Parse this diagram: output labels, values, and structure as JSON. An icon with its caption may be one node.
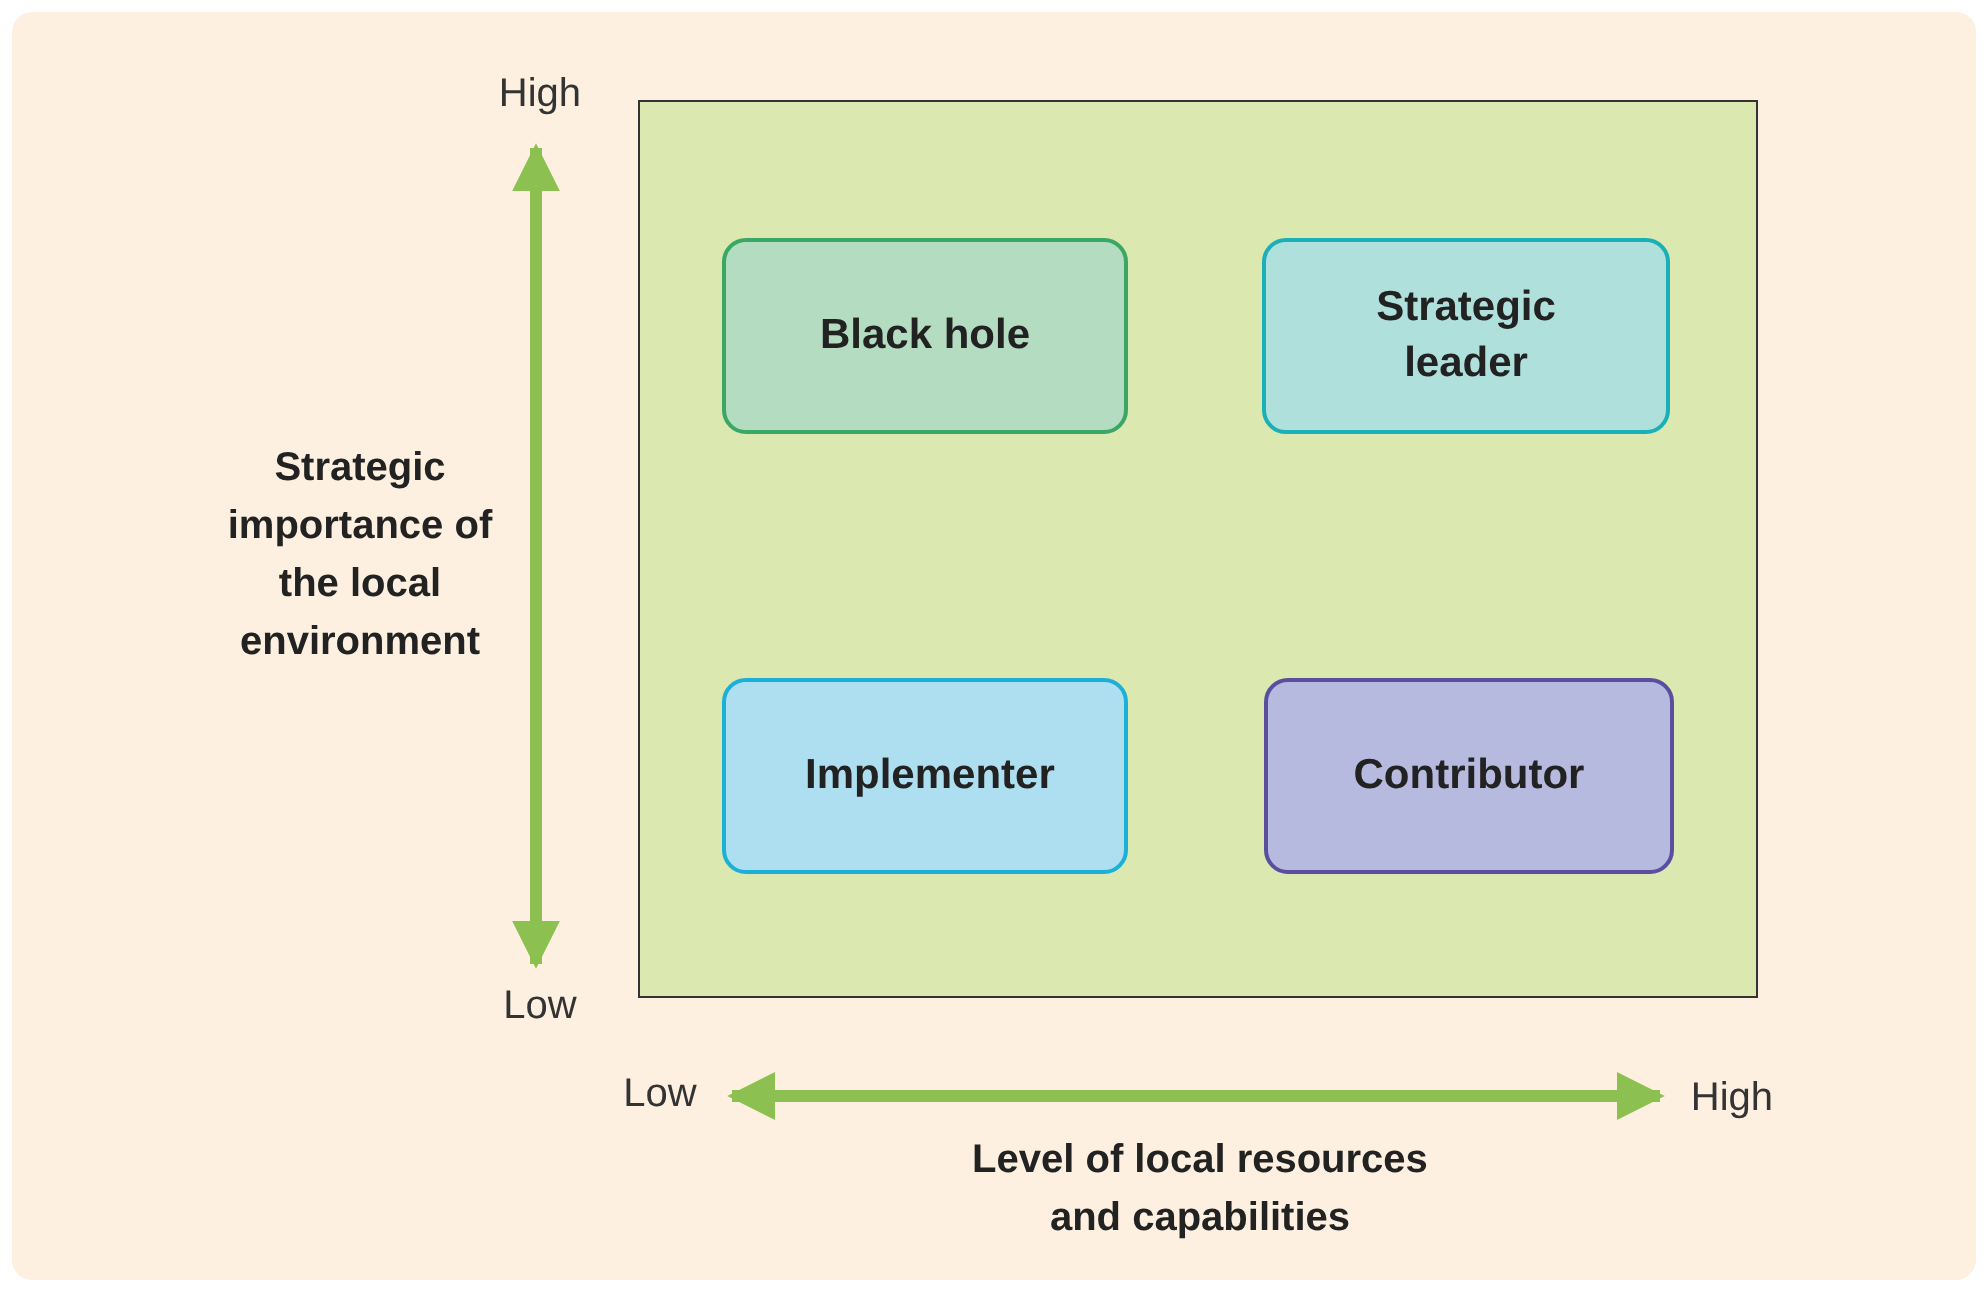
{
  "diagram": {
    "nodes": [
      {
        "text": [],
        "shape": "box"
      },
      {
        "text": [
          "Black hole"
        ],
        "in": 0
      },
      {
        "text": [
          "Strategic leader"
        ],
        "in": 0
      },
      {
        "text": [
          "Implementer"
        ],
        "in": 0
      },
      {
        "text": [
          "Contributor"
        ],
        "in": 0
      }
    ],
    "labels": [
      "High",
      "Strategic importance of the local environment",
      "Low",
      "Low",
      "High",
      "Level of local resources and capabilities"
    ]
  }
}
